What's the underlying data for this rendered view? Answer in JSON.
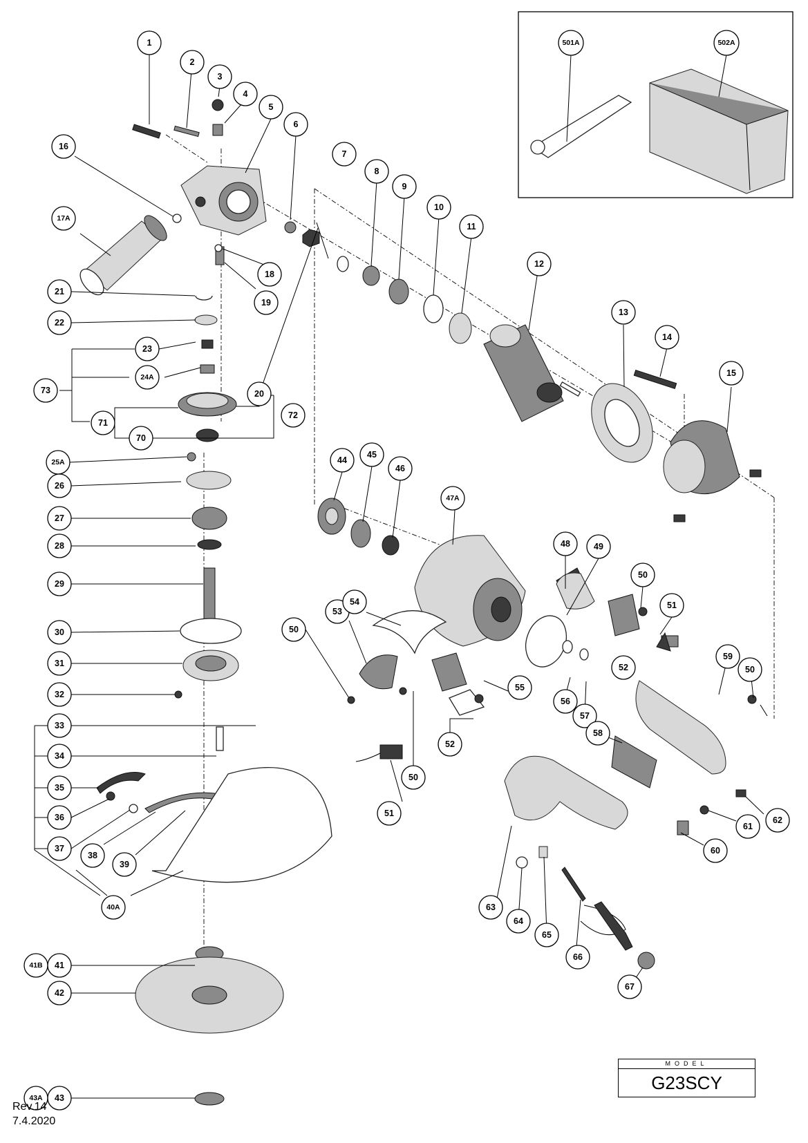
{
  "callouts": [
    {
      "label": "1"
    },
    {
      "label": "2"
    },
    {
      "label": "3"
    },
    {
      "label": "4"
    },
    {
      "label": "5"
    },
    {
      "label": "6"
    },
    {
      "label": "7"
    },
    {
      "label": "8"
    },
    {
      "label": "9"
    },
    {
      "label": "10"
    },
    {
      "label": "11"
    },
    {
      "label": "12"
    },
    {
      "label": "13"
    },
    {
      "label": "14"
    },
    {
      "label": "15"
    },
    {
      "label": "16"
    },
    {
      "label": "17A"
    },
    {
      "label": "18"
    },
    {
      "label": "19"
    },
    {
      "label": "20"
    },
    {
      "label": "21"
    },
    {
      "label": "22"
    },
    {
      "label": "23"
    },
    {
      "label": "24A"
    },
    {
      "label": "73"
    },
    {
      "label": "71"
    },
    {
      "label": "72"
    },
    {
      "label": "70"
    },
    {
      "label": "25A"
    },
    {
      "label": "26"
    },
    {
      "label": "27"
    },
    {
      "label": "28"
    },
    {
      "label": "29"
    },
    {
      "label": "30"
    },
    {
      "label": "31"
    },
    {
      "label": "32"
    },
    {
      "label": "33"
    },
    {
      "label": "34"
    },
    {
      "label": "35"
    },
    {
      "label": "36"
    },
    {
      "label": "37"
    },
    {
      "label": "38"
    },
    {
      "label": "39"
    },
    {
      "label": "40A"
    },
    {
      "label": "41B"
    },
    {
      "label": "41"
    },
    {
      "label": "42"
    },
    {
      "label": "43A"
    },
    {
      "label": "43"
    },
    {
      "label": "44"
    },
    {
      "label": "45"
    },
    {
      "label": "46"
    },
    {
      "label": "47A"
    },
    {
      "label": "48"
    },
    {
      "label": "49"
    },
    {
      "label": "50"
    },
    {
      "label": "51"
    },
    {
      "label": "53"
    },
    {
      "label": "54"
    },
    {
      "label": "50"
    },
    {
      "label": "52"
    },
    {
      "label": "55"
    },
    {
      "label": "56"
    },
    {
      "label": "57"
    },
    {
      "label": "50"
    },
    {
      "label": "59"
    },
    {
      "label": "51"
    },
    {
      "label": "50"
    },
    {
      "label": "52"
    },
    {
      "label": "58"
    },
    {
      "label": "62"
    },
    {
      "label": "61"
    },
    {
      "label": "60"
    },
    {
      "label": "63"
    },
    {
      "label": "64"
    },
    {
      "label": "65"
    },
    {
      "label": "66"
    },
    {
      "label": "67"
    },
    {
      "label": "501A"
    },
    {
      "label": "502A"
    }
  ],
  "model_box": {
    "heading": "MODEL",
    "name": "G23SCY"
  },
  "revision": {
    "rev": "Rev.14",
    "date": "7.4.2020"
  }
}
